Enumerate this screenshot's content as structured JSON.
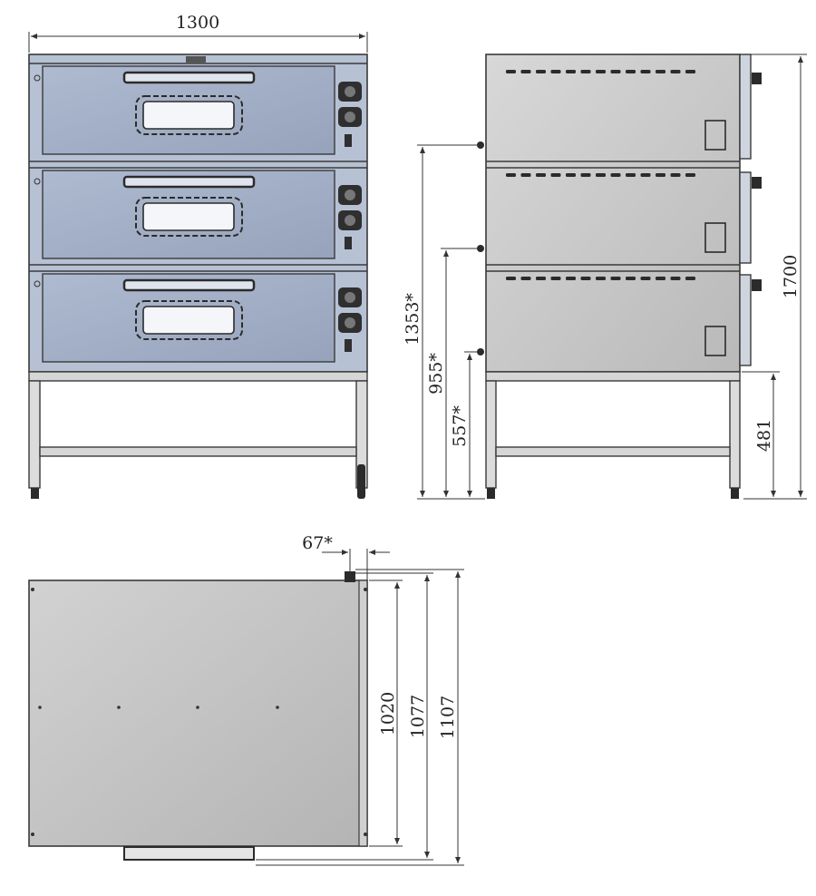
{
  "drawing": {
    "colors": {
      "front_panel": "#a6b2c8",
      "side_panel": "#c8c8c8",
      "top_panel": "#c6c6c6",
      "outline": "#3a3a3a",
      "dark": "#2b2b2b"
    },
    "front_view": {
      "width_label": "1300",
      "decks": 3
    },
    "side_view": {
      "height_label": "1700",
      "stand_height_label": "481",
      "deck_heights": [
        "1353*",
        "955*",
        "557*"
      ]
    },
    "top_view": {
      "offset_label": "67*",
      "depth_labels": [
        "1020",
        "1077",
        "1107"
      ]
    }
  }
}
